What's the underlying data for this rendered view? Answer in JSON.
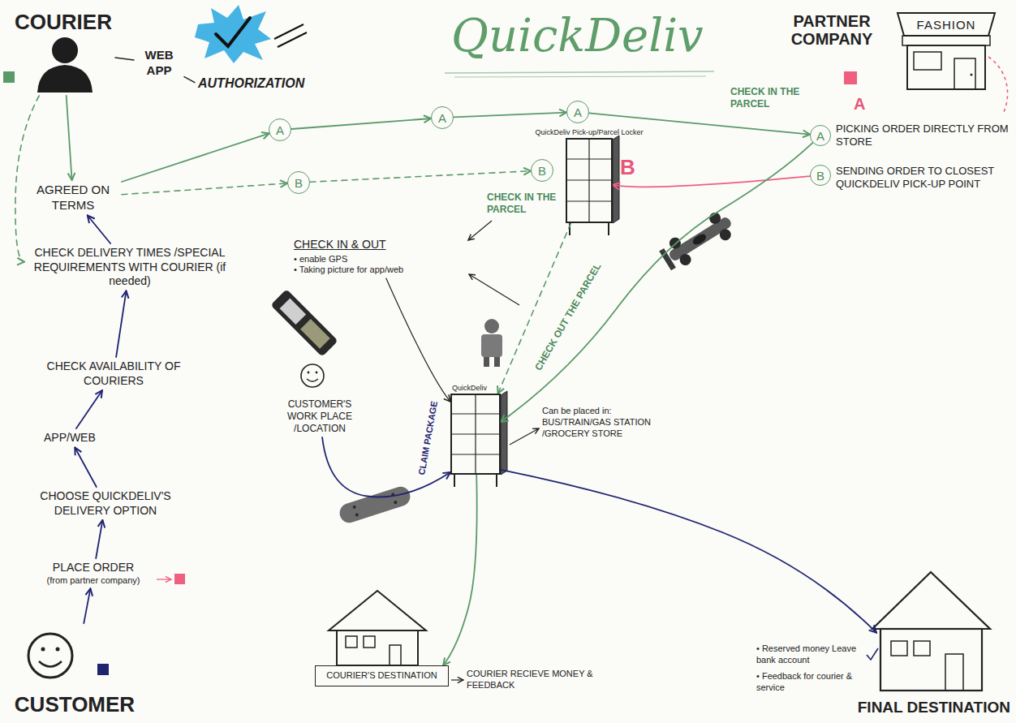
{
  "diagram": {
    "title": "QuickDeliv",
    "nodes": [
      {
        "text": [
          "COURIER"
        ]
      },
      {
        "text": [
          "WEB APP"
        ]
      },
      {
        "text": [
          "AUTHORIZATION"
        ]
      },
      {
        "text": [
          "PARTNER COMPANY"
        ]
      },
      {
        "text": [
          "FASHION"
        ]
      },
      {
        "text": [
          "A"
        ]
      },
      {
        "text": [
          "A"
        ]
      },
      {
        "text": [
          "A"
        ]
      },
      {
        "text": [
          "QuickDeliv Pick-up/Parcel Locker"
        ]
      },
      {
        "text": [
          "A"
        ]
      },
      {
        "text": [
          "B"
        ]
      },
      {
        "text": [
          "B"
        ]
      },
      {
        "text": [
          "B"
        ]
      },
      {
        "text": [
          "AGREED ON TERMS"
        ]
      },
      {
        "text": [
          "CHECK DELIVERY TIMES /SPECIAL REQUIREMENTS WITH COURIER (if needed)"
        ]
      },
      {
        "text": [
          "CHECK IN & OUT",
          "• enable GPS",
          "• Taking picture for app/web"
        ]
      },
      {
        "text": [
          "CHECK AVAILABILITY OF COURIERS"
        ]
      },
      {
        "text": [
          "QuickDeliv"
        ]
      },
      {
        "text": [
          "APP/WEB"
        ]
      },
      {
        "text": [
          "CHOOSE QUICKDELIV'S DELIVERY OPTION"
        ]
      },
      {
        "text": [
          "CUSTOMER'S WORK PLACE /LOCATION"
        ]
      },
      {
        "text": [
          "PLACE ORDER",
          "(from partner company)"
        ]
      },
      {
        "text": [
          "COURIER'S DESTINATION"
        ]
      },
      {
        "text": [
          "FINAL DESTINATION"
        ]
      },
      {
        "text": [
          "CUSTOMER"
        ]
      }
    ],
    "edges": [
      {
        "from": 0,
        "to": 1,
        "arrow": "none"
      },
      {
        "from": 1,
        "to": 2,
        "arrow": "none"
      },
      {
        "from": 0,
        "to": 13,
        "arrow": "to"
      },
      {
        "from": 0,
        "to": 14,
        "arrow": "to"
      },
      {
        "from": 13,
        "to": 5,
        "arrow": "to"
      },
      {
        "from": 5,
        "to": 6,
        "arrow": "to"
      },
      {
        "from": 6,
        "to": 7,
        "arrow": "to"
      },
      {
        "from": 7,
        "to": 9,
        "arrow": "to"
      },
      {
        "from": 13,
        "to": 10,
        "arrow": "to"
      },
      {
        "from": 10,
        "to": 11,
        "arrow": "to"
      },
      {
        "from": 12,
        "to": 8,
        "arrow": "to"
      },
      {
        "from": 9,
        "to": 17,
        "arrow": "to"
      },
      {
        "from": 8,
        "to": 17,
        "arrow": "to"
      },
      {
        "from": 15,
        "to": 17,
        "arrow": "to"
      },
      {
        "from": 20,
        "to": 17,
        "arrow": "to"
      },
      {
        "from": 17,
        "to": 22,
        "arrow": "to"
      },
      {
        "from": 17,
        "to": 23,
        "arrow": "to"
      },
      {
        "from": 24,
        "to": 21,
        "arrow": "to"
      },
      {
        "from": 21,
        "to": 19,
        "arrow": "to"
      },
      {
        "from": 19,
        "to": 18,
        "arrow": "to"
      },
      {
        "from": 18,
        "to": 16,
        "arrow": "to"
      },
      {
        "from": 16,
        "to": 14,
        "arrow": "to"
      },
      {
        "from": 14,
        "to": 13,
        "arrow": "to"
      }
    ],
    "labels": [
      "A",
      "PICKING ORDER DIRECTLY FROM STORE",
      "SENDING ORDER TO CLOSEST QUICKDELIV PICK-UP POINT",
      "CHECK IN THE PARCEL",
      "B",
      "CHECK IN THE PARCEL",
      "CHECK OUT THE PARCEL",
      "Can be placed in: BUS/TRAIN/GAS STATION /GROCERY STORE",
      "CLAIM PACKAGE",
      "COURIER RECIEVE MONEY & FEEDBACK",
      "• Reserved money Leave bank account",
      "• Feedback for courier & service"
    ]
  }
}
